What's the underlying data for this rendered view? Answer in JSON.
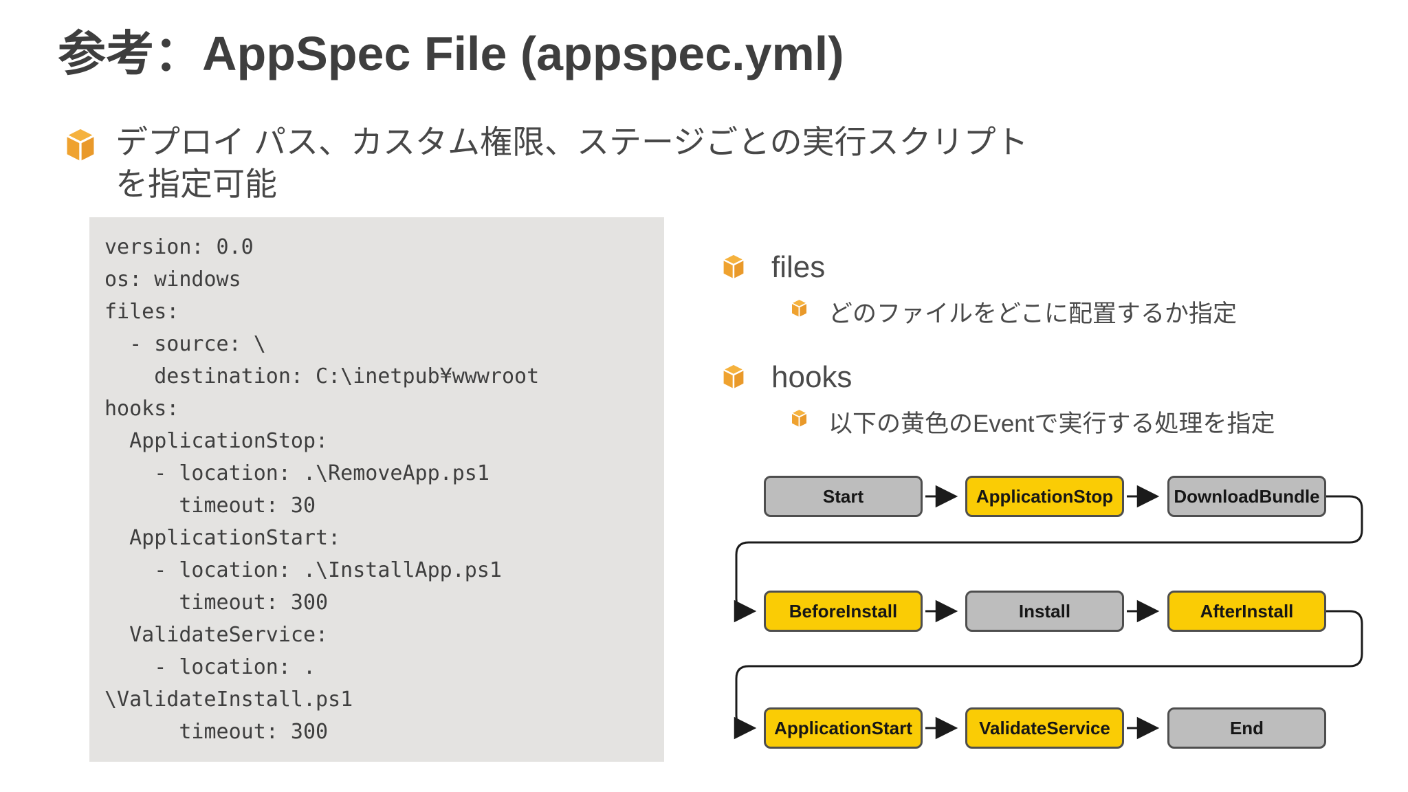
{
  "slide": {
    "title": "参考：AppSpec File (appspec.yml)",
    "main_bullet": "デプロイ パス、カスタム権限、ステージごとの実行スクリプトを指定可能"
  },
  "code": {
    "text": "version: 0.0\nos: windows\nfiles:\n  - source: \\\n    destination: C:\\inetpub¥wwwroot\nhooks:\n  ApplicationStop:\n    - location: .\\RemoveApp.ps1\n      timeout: 30\n  ApplicationStart:\n    - location: .\\InstallApp.ps1\n      timeout: 300\n  ValidateService:\n    - location: .\n\\ValidateInstall.ps1\n      timeout: 300"
  },
  "right_column": {
    "files_label": "files",
    "files_desc": "どのファイルをどこに配置するか指定",
    "hooks_label": "hooks",
    "hooks_desc": "以下の黄色のEventで実行する処理を指定"
  },
  "diagram": {
    "rows": [
      [
        {
          "label": "Start",
          "type": "gray"
        },
        {
          "label": "ApplicationStop",
          "type": "yellow"
        },
        {
          "label": "DownloadBundle",
          "type": "gray"
        }
      ],
      [
        {
          "label": "BeforeInstall",
          "type": "yellow"
        },
        {
          "label": "Install",
          "type": "gray"
        },
        {
          "label": "AfterInstall",
          "type": "yellow"
        }
      ],
      [
        {
          "label": "ApplicationStart",
          "type": "yellow"
        },
        {
          "label": "ValidateService",
          "type": "yellow"
        },
        {
          "label": "End",
          "type": "gray"
        }
      ]
    ]
  },
  "colors": {
    "accent_orange_cube": "#efa22f",
    "event_yellow": "#facc05",
    "step_gray": "#bdbdbd",
    "box_border": "#4e4e4e",
    "code_background": "#e4e3e1",
    "text_dark": "#3e3e3e"
  },
  "icons": {
    "bullet": "aws-cube-icon"
  }
}
